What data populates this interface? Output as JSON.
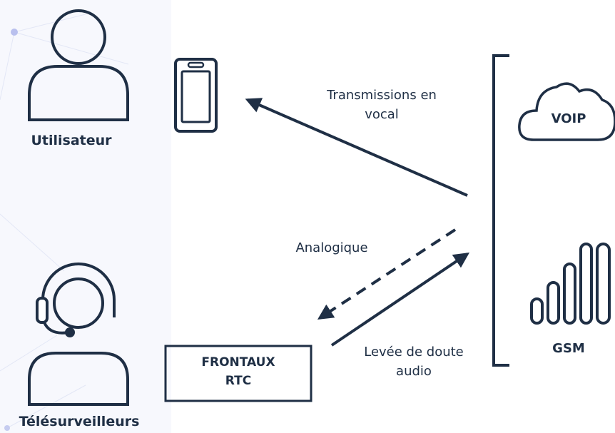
{
  "nodes": {
    "user": {
      "label": "Utilisateur"
    },
    "agents": {
      "label": "Télésurveilleurs"
    },
    "voip": {
      "label": "VOIP"
    },
    "gsm": {
      "label": "GSM"
    },
    "frontaux": {
      "line1": "FRONTAUX",
      "line2": "RTC"
    }
  },
  "edges": {
    "transmissions": {
      "line1": "Transmissions en",
      "line2": "vocal"
    },
    "analogique": {
      "label": "Analogique"
    },
    "levee": {
      "line1": "Levée de doute",
      "line2": "audio"
    }
  },
  "icons": [
    "user-icon",
    "smartphone-icon",
    "headset-operator-icon",
    "cloud-icon",
    "signal-bars-icon",
    "bracket-icon"
  ],
  "colors": {
    "ink": "#1f2f45",
    "background": "#ffffff",
    "network_accent": "#dfe4f7"
  }
}
